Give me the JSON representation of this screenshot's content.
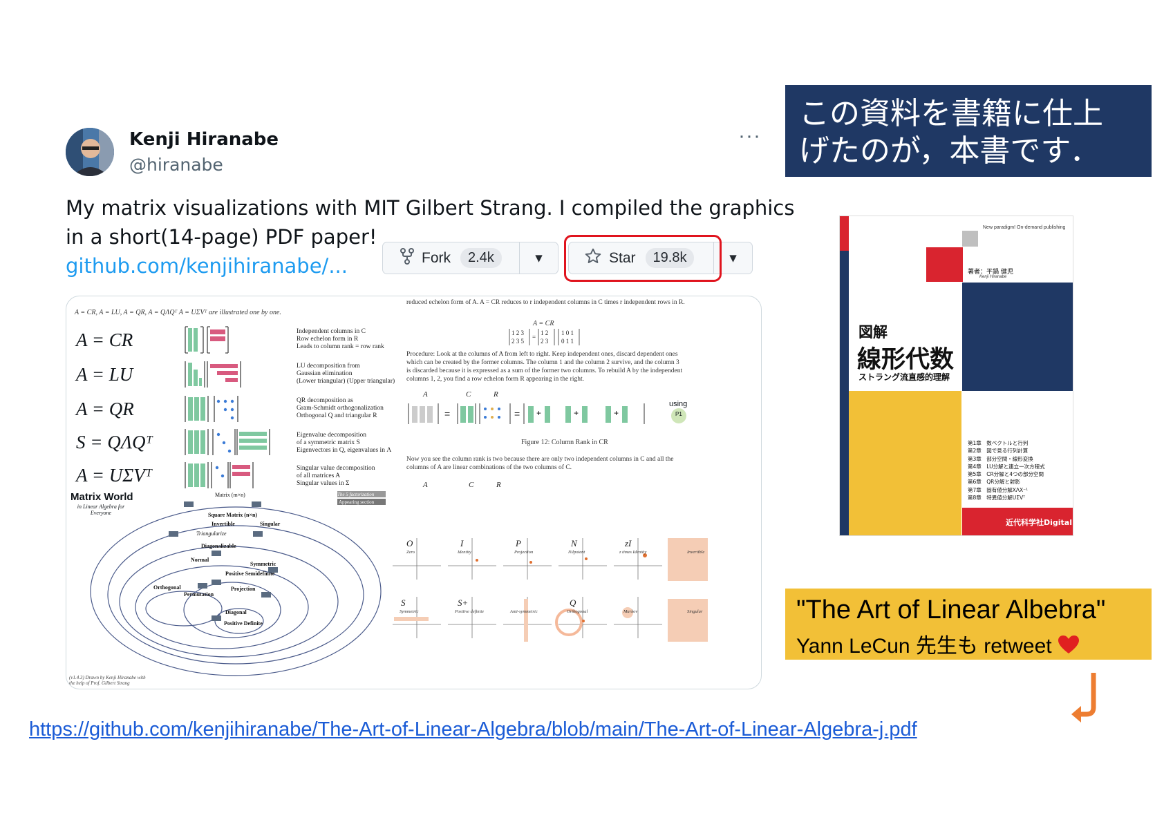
{
  "tweet": {
    "author_name": "Kenji Hiranabe",
    "author_handle": "@hiranabe",
    "text_line1": "My matrix visualizations with MIT Gilbert Strang. I compiled the graphics",
    "text_line2": "in a short(14-page) PDF paper!",
    "link": "github.com/kenjihiranabe/...",
    "more": "···"
  },
  "github": {
    "fork_label": "Fork",
    "fork_count": "2.4k",
    "star_label": "Star",
    "star_count": "19.8k"
  },
  "figure": {
    "intro": "A = CR, A = LU, A = QR, A = QΛQᵀ A = UΣVᵀ are illustrated one by one.",
    "equations": [
      "A = CR",
      "A = LU",
      "A = QR",
      "S = QΛQᵀ",
      "A = UΣVᵀ"
    ],
    "descriptions": [
      [
        "Independent columns in C",
        "Row echelon form in R",
        "Leads to column rank = row rank"
      ],
      [
        "LU decomposition from",
        "Gaussian elimination",
        "(Lower triangular) (Upper triangular)"
      ],
      [
        "QR decomposition as",
        "Gram-Schmidt orthogonalization",
        "Orthogonal Q and triangular R"
      ],
      [
        "Eigenvalue decomposition",
        "of a symmetric matrix S",
        "Eigenvectors in Q, eigenvalues in Λ"
      ],
      [
        "Singular value decomposition",
        "of all matrices A",
        "Singular values in Σ"
      ]
    ],
    "right_top": "reduced echelon form of A. A = CR reduces to r independent columns in C times r independent rows in R.",
    "acr": "A = CR",
    "procedure": [
      "Procedure: Look at the columns of A from left to right. Keep independent ones, discard dependent ones",
      "which can be created by the former columns. The column 1 and the column 2 survive, and the column 3",
      "is discarded because it is expressed as a sum of the former two columns. To rebuild A by the independent",
      "columns 1, 2, you find a row echelon form R appearing in the right."
    ],
    "caption": "Figure 12: Column Rank in CR",
    "now_text": [
      "Now you see the column rank is two because there are only two independent columns in C and all the",
      "columns of A are linear combinations of the two columns of C."
    ],
    "using": "using",
    "p1": "P1",
    "world_title": "Matrix World",
    "world_sub": "in Linear Algebra for Everyone",
    "world_labels": [
      "Matrix (m×n)",
      "Square Matrix (n×n)",
      "Invertible",
      "Singular",
      "Diagonalizable",
      "Normal",
      "Symmetric",
      "Positive Semidefinite",
      "Projection",
      "Orthogonal",
      "Permutation",
      "Diagonal",
      "Positive Definite",
      "Triangularize"
    ],
    "factor_box": "The 5 factorization",
    "appearing": "Appearing section",
    "signature": "(v1.4.3) Drawn by Kenji Hiranabe with the help of Prof. Gilbert Strang",
    "row1_labels": [
      "O",
      "I",
      "P",
      "N",
      "zI",
      ""
    ],
    "row1_sub": [
      "Zero",
      "Identity",
      "Projection",
      "Nilpotent",
      "z times Identity",
      "Invertible"
    ],
    "row2_labels": [
      "S",
      "S+",
      "",
      "Q",
      "",
      ""
    ],
    "row2_sub": [
      "Symmetric",
      "Positive definite",
      "Anti-symmetric",
      "Orthogonal",
      "Markov",
      "Singular"
    ]
  },
  "slide": {
    "jp_title_line1": "この資料を書籍に仕上",
    "jp_title_line2": "げたのが，本書です．",
    "quote_title": "\"The Art of Linear Albebra\"",
    "quote_sub": "Yann LeCun 先生も retweet",
    "url": "https://github.com/kenjihiranabe/The-Art-of-Linear-Algebra/blob/main/The-Art-of-Linear-Algebra-j.pdf"
  },
  "book": {
    "publisher_top": "New paradigm! On-demand publishing",
    "author": "著者：平鍋 健児",
    "author_en": "Kenji Hiranabe",
    "title_small": "図解",
    "title_main": "線形代数",
    "subtitle": "ストラング流直感的理解",
    "chapters": [
      "第1章　数ベクトルと行列",
      "第2章　図で見る行列計算",
      "第3章　部分空間・線形変換",
      "第4章　LU分解と連立一次方程式",
      "第5章　CR分解と4つの部分空間",
      "第6章　QR分解と射影",
      "第7章　固有値分解XΛX⁻¹",
      "第8章　特異値分解UΣVᵀ"
    ],
    "publisher": "近代科学社Digital",
    "colors": {
      "red": "#d9242f",
      "navy": "#1f3864",
      "yellow": "#f2c037"
    }
  },
  "icons": [
    "fork-icon",
    "star-icon",
    "chevron-down-icon",
    "heart-icon",
    "return-arrow-icon",
    "more-icon"
  ]
}
